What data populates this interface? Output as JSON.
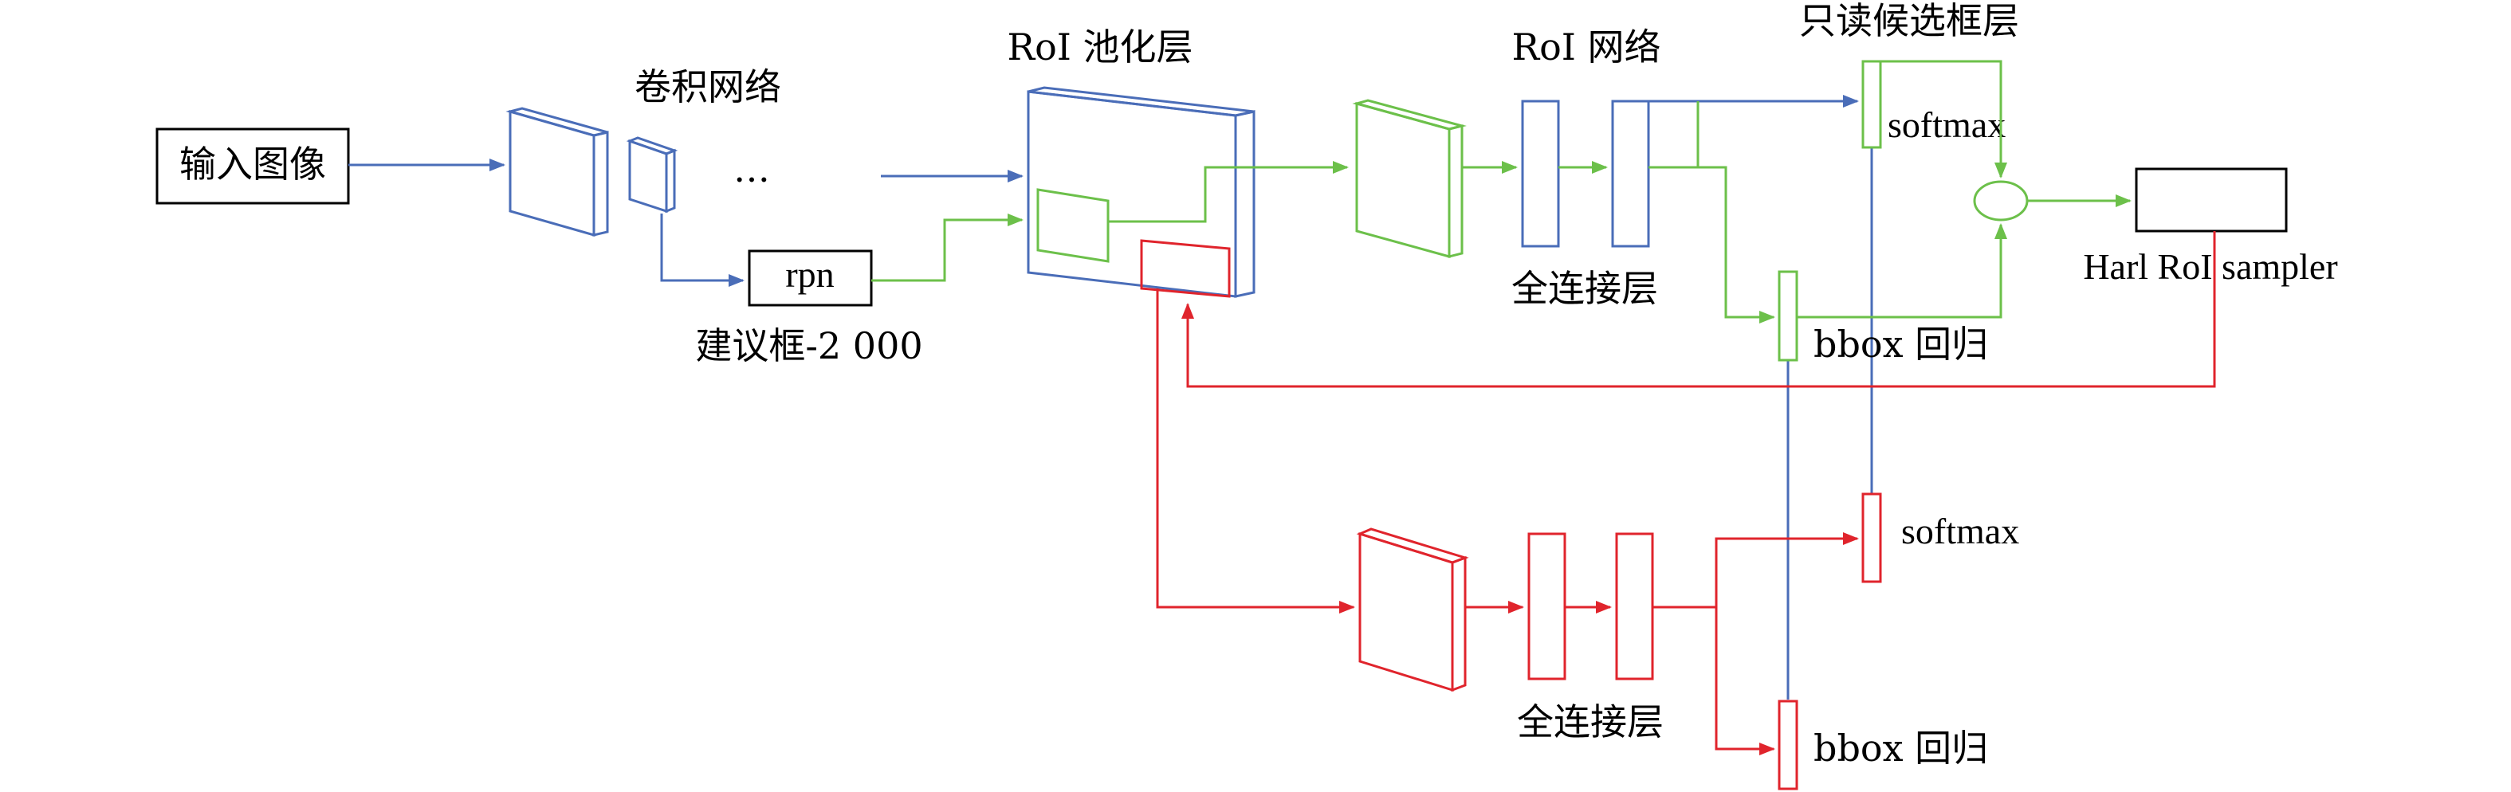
{
  "colors": {
    "blue": "#4a6db8",
    "green": "#6cc04a",
    "red": "#e0242c",
    "black": "#000000"
  },
  "labels": {
    "input_image": "输入图像",
    "conv_net": "卷积网络",
    "ellipsis": "…",
    "rpn": "rpn",
    "proposals": "建议框-2 000",
    "roi_pool": "RoI 池化层",
    "roi_net": "RoI 网络",
    "readonly_proposal_layer": "只读候选框层",
    "fc_top": "全连接层",
    "softmax_top": "softmax",
    "bbox_top": "bbox 回归",
    "hard_sampler": "Harl RoI sampler",
    "fc_bottom": "全连接层",
    "softmax_bottom": "softmax",
    "bbox_bottom": "bbox 回归"
  }
}
